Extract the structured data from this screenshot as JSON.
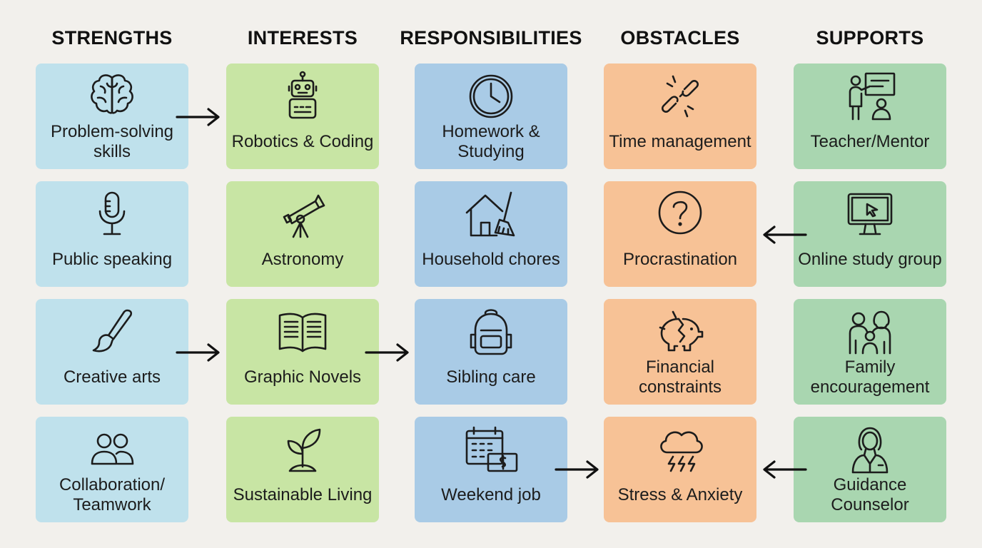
{
  "columns": [
    {
      "header": "STRENGTHS",
      "items": [
        {
          "label": "Problem-solving skills",
          "icon": "brain-icon"
        },
        {
          "label": "Public speaking",
          "icon": "microphone-icon"
        },
        {
          "label": "Creative arts",
          "icon": "paintbrush-icon"
        },
        {
          "label": "Collaboration/ Teamwork",
          "icon": "people-icon"
        }
      ]
    },
    {
      "header": "INTERESTS",
      "items": [
        {
          "label": "Robotics & Coding",
          "icon": "robot-icon"
        },
        {
          "label": "Astronomy",
          "icon": "telescope-icon"
        },
        {
          "label": "Graphic Novels",
          "icon": "open-book-icon"
        },
        {
          "label": "Sustainable Living",
          "icon": "sprout-icon"
        }
      ]
    },
    {
      "header": "RESPONSIBILITIES",
      "items": [
        {
          "label": "Homework & Studying",
          "icon": "clock-icon"
        },
        {
          "label": "Household chores",
          "icon": "house-broom-icon"
        },
        {
          "label": "Sibling care",
          "icon": "backpack-icon"
        },
        {
          "label": "Weekend job",
          "icon": "calendar-money-icon"
        }
      ]
    },
    {
      "header": "OBSTACLES",
      "items": [
        {
          "label": "Time management",
          "icon": "broken-chain-icon"
        },
        {
          "label": "Procrastination",
          "icon": "question-icon"
        },
        {
          "label": "Financial constraints",
          "icon": "broken-piggy-bank-icon"
        },
        {
          "label": "Stress & Anxiety",
          "icon": "storm-cloud-icon"
        }
      ]
    },
    {
      "header": "SUPPORTS",
      "items": [
        {
          "label": "Teacher/Mentor",
          "icon": "teacher-board-icon"
        },
        {
          "label": "Online study group",
          "icon": "computer-cursor-icon"
        },
        {
          "label": "Family encouragement",
          "icon": "family-icon"
        },
        {
          "label": "Guidance Counselor",
          "icon": "counselor-icon"
        }
      ]
    }
  ],
  "colors": {
    "strengths": "#bfe1ec",
    "interests": "#c8e5a4",
    "responsibilities": "#a9cbe6",
    "obstacles": "#f7c296",
    "supports": "#a9d6b0",
    "background": "#f2f0ec"
  },
  "arrows": [
    {
      "from": "Problem-solving skills",
      "to": "Robotics & Coding",
      "direction": "right"
    },
    {
      "from": "Creative arts",
      "to": "Graphic Novels",
      "direction": "right"
    },
    {
      "from": "Graphic Novels",
      "to": "Sibling care",
      "direction": "right"
    },
    {
      "from": "Weekend job",
      "to": "Stress & Anxiety",
      "direction": "right"
    },
    {
      "from": "Online study group",
      "to": "Procrastination",
      "direction": "left"
    },
    {
      "from": "Guidance Counselor",
      "to": "Stress & Anxiety",
      "direction": "left"
    }
  ]
}
